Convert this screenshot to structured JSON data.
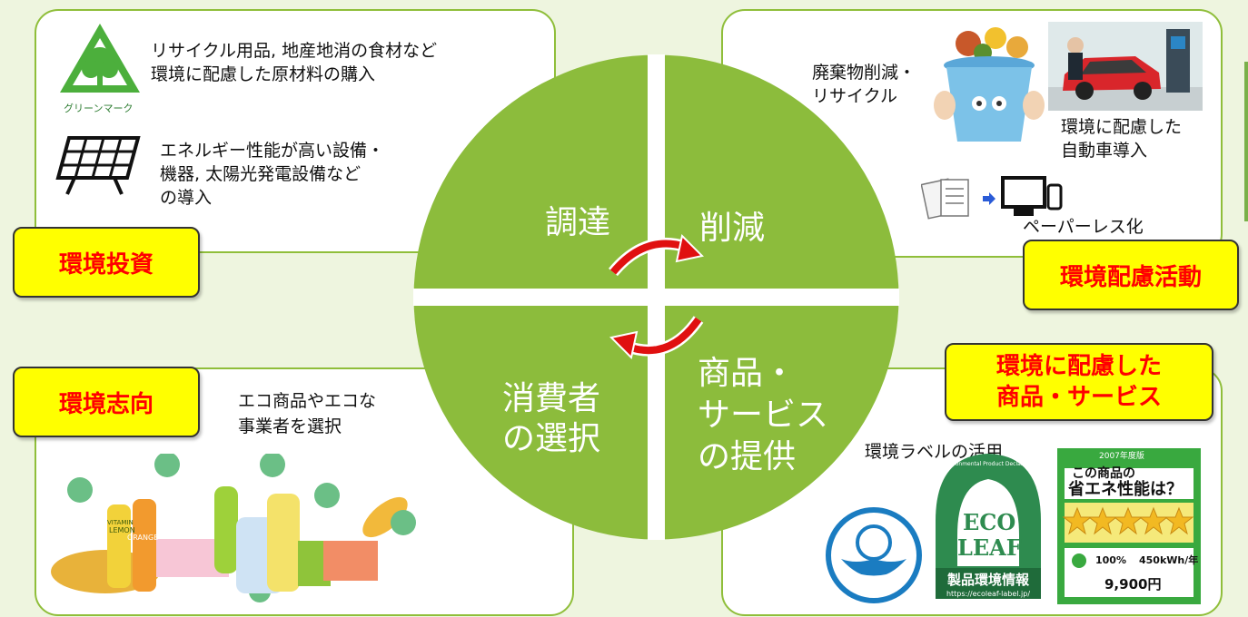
{
  "colors": {
    "green": "#8cbc3c",
    "panel_border": "#8fbe3a",
    "label_bg": "#ffff00",
    "label_text": "#ff0000",
    "arrow": "#e01010"
  },
  "circle": {
    "q1": "調達",
    "q2": "削減",
    "q3_line1": "消費者",
    "q3_line2": "の選択",
    "q4_line1": "商品・",
    "q4_line2": "サービス",
    "q4_line3": "の提供"
  },
  "top_left": {
    "label": "環境投資",
    "green_mark_caption": "グリーンマーク",
    "text1_line1": "リサイクル用品, 地産地消の食材など",
    "text1_line2": "環境に配慮した原材料の購入",
    "text2_line1": "エネルギー性能が高い設備・",
    "text2_line2": "機器, 太陽光発電設備など",
    "text2_line3": "の導入",
    "icons": [
      "green-mark-icon",
      "solar-panel-icon"
    ]
  },
  "top_right": {
    "label": "環境配慮活動",
    "waste_line1": "廃棄物削減・",
    "waste_line2": "リサイクル",
    "car_line1": "環境に配慮した",
    "car_line2": "自動車導入",
    "paperless": "ペーパーレス化",
    "icons": [
      "trash-bin-icon",
      "electric-car-icon",
      "document-icon",
      "devices-icon"
    ]
  },
  "bottom_left": {
    "label": "環境志向",
    "text_line1": "エコ商品やエコな",
    "text_line2": "事業者を選択",
    "bottle1_line1": "VITAMIN",
    "bottle1_line2": "LEMON",
    "bottle2": "ORANGE",
    "icons": [
      "eco-products-illustration"
    ]
  },
  "bottom_right": {
    "label_line1": "環境に配慮した",
    "label_line2": "商品・サービス",
    "text": "環境ラベルの活用",
    "ecoleaf_arc": "Environmental Product Declaration",
    "ecoleaf_line1": "ECO",
    "ecoleaf_line2": "LEAF",
    "ecoleaf_jp": "製品環境情報",
    "ecoleaf_url": "https://ecoleaf-label.jp/",
    "energy_year": "2007年度版",
    "energy_title1": "この商品の",
    "energy_title2": "省エネ性能",
    "energy_title3": "は？",
    "energy_val1": "100%",
    "energy_val2": "450kWh/年",
    "energy_price": "9,900円",
    "icons": [
      "ecomark-icon",
      "ecoleaf-label",
      "energy-label"
    ]
  }
}
